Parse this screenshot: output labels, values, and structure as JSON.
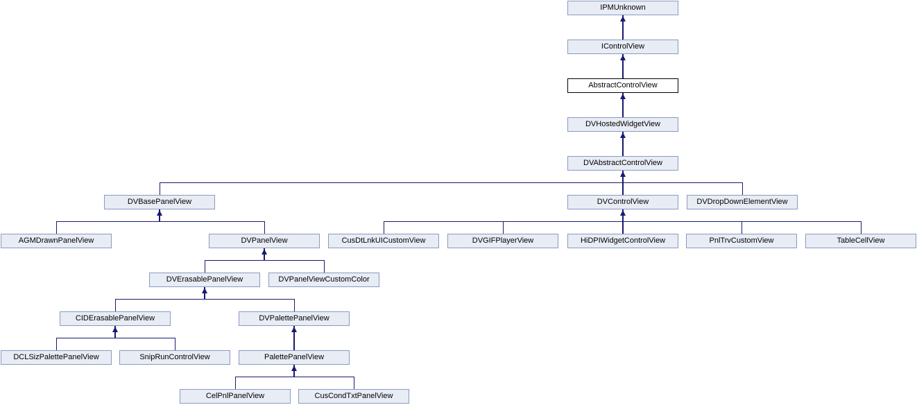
{
  "diagram": {
    "kind": "class-inheritance-graph",
    "current_class": "AbstractControlView",
    "colors": {
      "node_fill": "#e8ecf4",
      "node_border": "#8a99c0",
      "current_node_fill": "#ffffff",
      "current_node_border": "#000000",
      "edge": "#191970",
      "text": "#000000",
      "background": "#ffffff"
    },
    "nodes": {
      "ipm_unknown": {
        "label": "IPMUnknown"
      },
      "i_control_view": {
        "label": "IControlView"
      },
      "abstract_control_view": {
        "label": "AbstractControlView"
      },
      "dv_hosted_widget_view": {
        "label": "DVHostedWidgetView"
      },
      "dv_abstract_control_view": {
        "label": "DVAbstractControlView"
      },
      "dv_base_panel_view": {
        "label": "DVBasePanelView"
      },
      "dv_control_view": {
        "label": "DVControlView"
      },
      "dv_drop_down_element_view": {
        "label": "DVDropDownElementView"
      },
      "agm_drawn_panel_view": {
        "label": "AGMDrawnPanelView"
      },
      "dv_panel_view": {
        "label": "DVPanelView"
      },
      "cus_dt_lnk_ui_custom_view": {
        "label": "CusDtLnkUICustomView"
      },
      "dv_gif_player_view": {
        "label": "DVGIFPlayerView"
      },
      "hi_dpi_widget_control_view": {
        "label": "HiDPIWidgetControlView"
      },
      "pnl_trv_custom_view": {
        "label": "PnlTrvCustomView"
      },
      "table_cell_view": {
        "label": "TableCellView"
      },
      "dv_erasable_panel_view": {
        "label": "DVErasablePanelView"
      },
      "dv_panel_view_custom_color": {
        "label": "DVPanelViewCustomColor"
      },
      "cid_erasable_panel_view": {
        "label": "CIDErasablePanelView"
      },
      "dv_palette_panel_view": {
        "label": "DVPalettePanelView"
      },
      "dcl_siz_palette_panel_view": {
        "label": "DCLSizPalettePanelView"
      },
      "snip_run_control_view": {
        "label": "SnipRunControlView"
      },
      "palette_panel_view": {
        "label": "PalettePanelView"
      },
      "cel_pnl_panel_view": {
        "label": "CelPnlPanelView"
      },
      "cus_cond_txt_panel_view": {
        "label": "CusCondTxtPanelView"
      }
    },
    "edges": [
      {
        "child": "IControlView",
        "parent": "IPMUnknown"
      },
      {
        "child": "AbstractControlView",
        "parent": "IControlView"
      },
      {
        "child": "DVHostedWidgetView",
        "parent": "AbstractControlView"
      },
      {
        "child": "DVAbstractControlView",
        "parent": "DVHostedWidgetView"
      },
      {
        "child": "DVBasePanelView",
        "parent": "DVAbstractControlView"
      },
      {
        "child": "DVControlView",
        "parent": "DVAbstractControlView"
      },
      {
        "child": "DVDropDownElementView",
        "parent": "DVAbstractControlView"
      },
      {
        "child": "AGMDrawnPanelView",
        "parent": "DVBasePanelView"
      },
      {
        "child": "DVPanelView",
        "parent": "DVBasePanelView"
      },
      {
        "child": "CusDtLnkUICustomView",
        "parent": "DVControlView"
      },
      {
        "child": "DVGIFPlayerView",
        "parent": "DVControlView"
      },
      {
        "child": "HiDPIWidgetControlView",
        "parent": "DVControlView"
      },
      {
        "child": "PnlTrvCustomView",
        "parent": "DVControlView"
      },
      {
        "child": "TableCellView",
        "parent": "DVControlView"
      },
      {
        "child": "DVErasablePanelView",
        "parent": "DVPanelView"
      },
      {
        "child": "DVPanelViewCustomColor",
        "parent": "DVPanelView"
      },
      {
        "child": "CIDErasablePanelView",
        "parent": "DVErasablePanelView"
      },
      {
        "child": "DVPalettePanelView",
        "parent": "DVErasablePanelView"
      },
      {
        "child": "DCLSizPalettePanelView",
        "parent": "CIDErasablePanelView"
      },
      {
        "child": "SnipRunControlView",
        "parent": "CIDErasablePanelView"
      },
      {
        "child": "PalettePanelView",
        "parent": "DVPalettePanelView"
      },
      {
        "child": "CelPnlPanelView",
        "parent": "PalettePanelView"
      },
      {
        "child": "CusCondTxtPanelView",
        "parent": "PalettePanelView"
      }
    ]
  }
}
